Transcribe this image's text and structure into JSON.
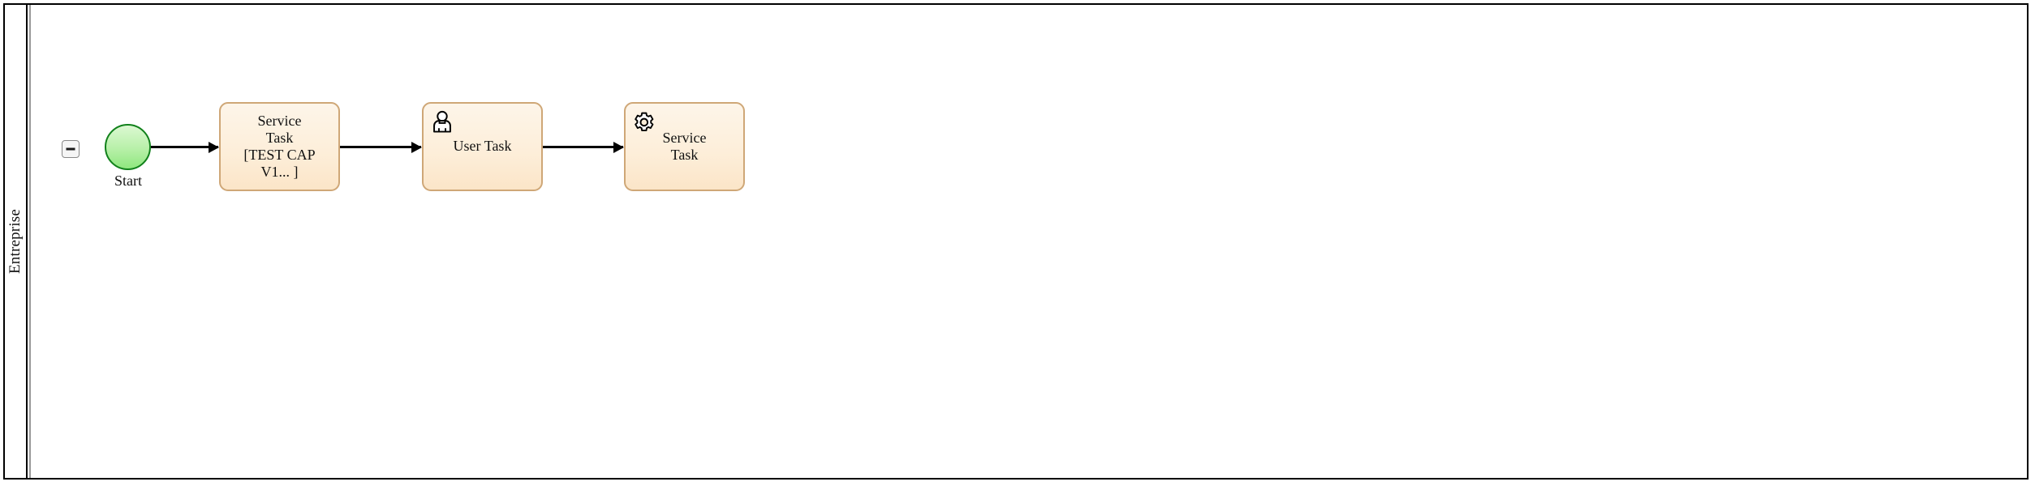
{
  "diagram": {
    "type": "bpmn-process",
    "pool": {
      "lane_label": "Entreprise",
      "collapse_toggle": {
        "icon": "minus-icon",
        "state": "expanded"
      }
    },
    "nodes": [
      {
        "id": "start-event",
        "type": "start-event",
        "label": "Start",
        "shape": "circle",
        "fill": "#b7f0a8",
        "stroke": "#11811b"
      },
      {
        "id": "task-service-1",
        "type": "service-task",
        "label": "Service\nTask\n[TEST CAP\nV1... ]",
        "icon": null,
        "fill": "#fdeed9",
        "stroke": "#cfa777"
      },
      {
        "id": "task-user-1",
        "type": "user-task",
        "label": "User Task",
        "icon": "user-icon",
        "fill": "#fdeed9",
        "stroke": "#cfa777"
      },
      {
        "id": "task-service-2",
        "type": "service-task",
        "label": "Service\nTask",
        "icon": "gear-icon",
        "fill": "#fdeed9",
        "stroke": "#cfa777"
      }
    ],
    "flows": [
      {
        "id": "flow-start-to-service1",
        "from": "start-event",
        "to": "task-service-1",
        "label": ""
      },
      {
        "id": "flow-service1-to-user1",
        "from": "task-service-1",
        "to": "task-user-1",
        "label": ""
      },
      {
        "id": "flow-user1-to-service2",
        "from": "task-user-1",
        "to": "task-service-2",
        "label": ""
      }
    ],
    "colors": {
      "pool_border": "#000000",
      "lane_divider": "#9a9a9a",
      "task_fill": "#fdeed9",
      "task_border": "#cfa777",
      "start_fill": "#b7f0a8",
      "start_border": "#11811b",
      "flow_stroke": "#000000",
      "canvas_background": "#ffffff"
    }
  }
}
